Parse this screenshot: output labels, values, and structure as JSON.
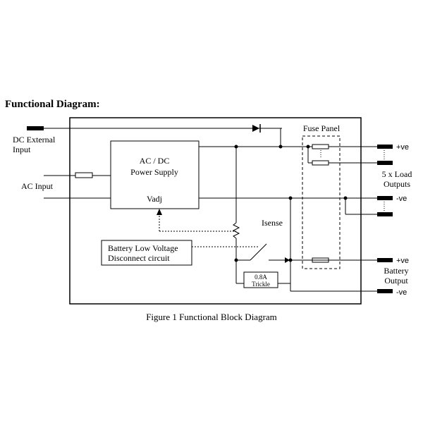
{
  "heading": "Functional Diagram:",
  "labels": {
    "dc_external": "DC External",
    "dc_input": "Input",
    "ac_input": "AC Input",
    "ps_line1": "AC / DC",
    "ps_line2": "Power Supply",
    "vadj": "Vadj",
    "fuse_panel": "Fuse Panel",
    "isense": "Isense",
    "blv_line1": "Battery Low Voltage",
    "blv_line2": "Disconnect circuit",
    "trickle_value": "0.8A",
    "trickle_label": "Trickle",
    "load_pos": "+ve",
    "load_neg": "-ve",
    "load_line1": "5 x Load",
    "load_line2": "Outputs",
    "batt_pos": "+ve",
    "batt_line1": "Battery",
    "batt_line2": "Output",
    "batt_neg": "-ve"
  },
  "caption": "Figure 1 Functional Block Diagram"
}
